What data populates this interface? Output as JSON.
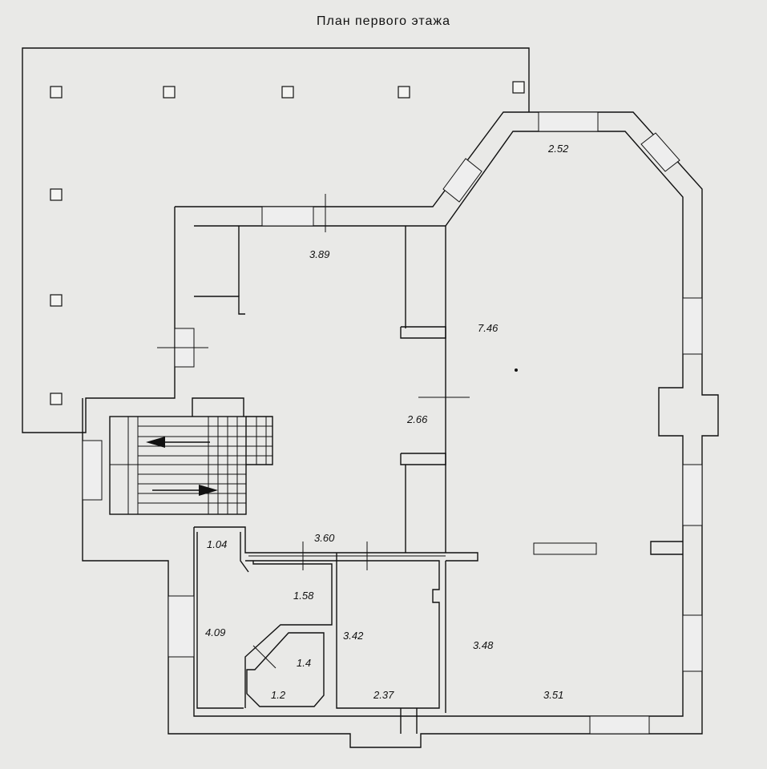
{
  "plan": {
    "title": "План первого этажа"
  },
  "rooms": [
    {
      "id": "top-bay-width",
      "label": "2.52"
    },
    {
      "id": "hall-top",
      "label": "3.89"
    },
    {
      "id": "living-room",
      "label": "7.46"
    },
    {
      "id": "corridor-width",
      "label": "2.66"
    },
    {
      "id": "corridor-bottom",
      "label": "3.60"
    },
    {
      "id": "small-room-1",
      "label": "1.04"
    },
    {
      "id": "small-room-2",
      "label": "1.58"
    },
    {
      "id": "left-room",
      "label": "4.09"
    },
    {
      "id": "bath-side",
      "label": "1.4"
    },
    {
      "id": "bath-bottom",
      "label": "1.2"
    },
    {
      "id": "middle-room-height",
      "label": "3.42"
    },
    {
      "id": "middle-room-width",
      "label": "2.37"
    },
    {
      "id": "right-room-height",
      "label": "3.48"
    },
    {
      "id": "right-room-width",
      "label": "3.51"
    }
  ]
}
